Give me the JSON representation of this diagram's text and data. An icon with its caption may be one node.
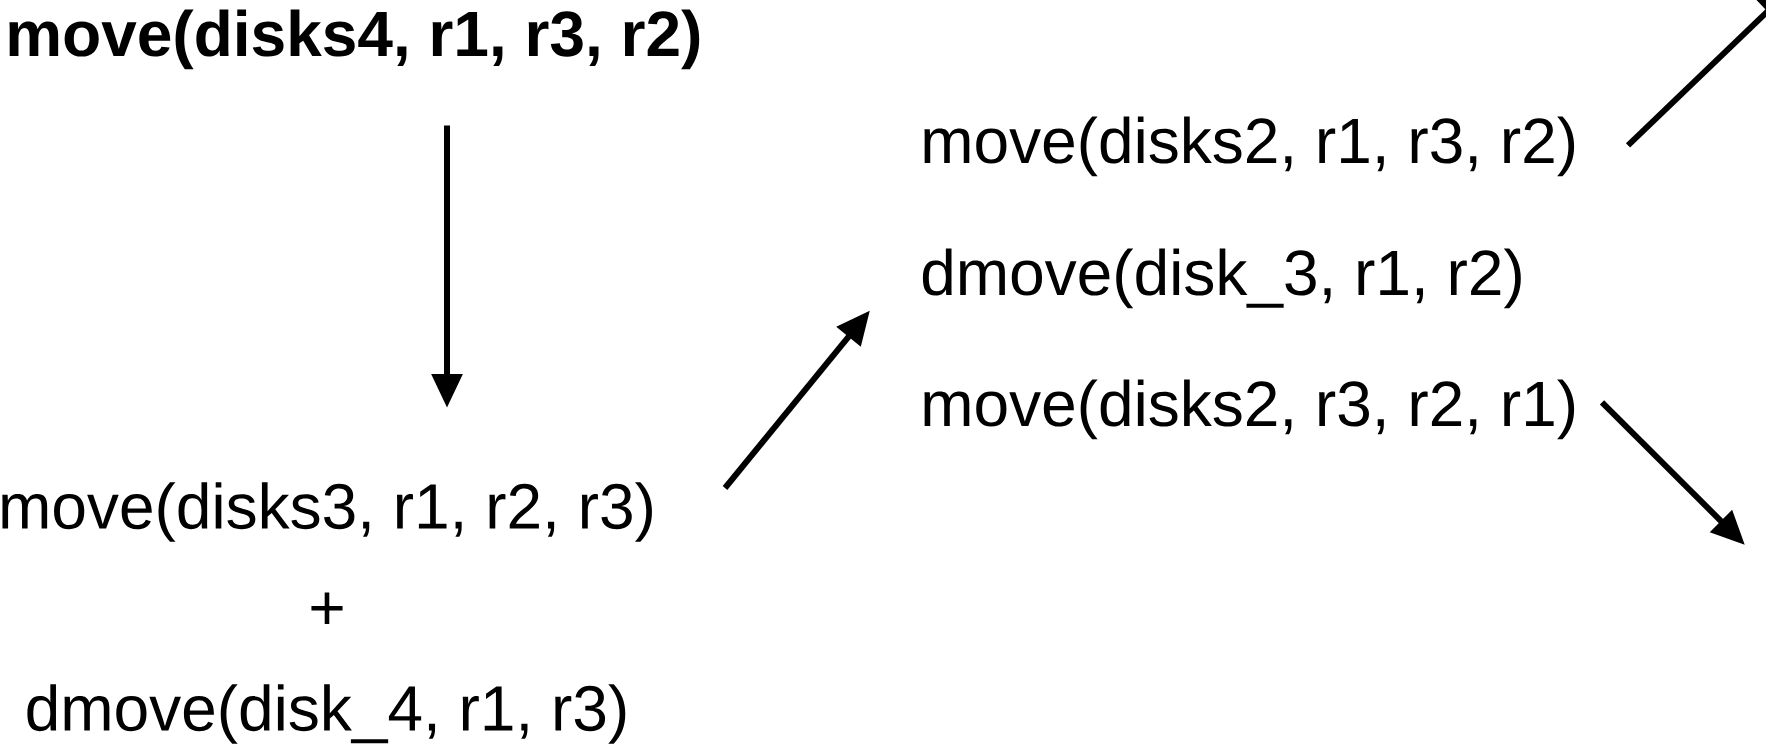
{
  "diagram": {
    "nodes": [
      {
        "text": [
          "move(disks4, r1, r3, r2)"
        ]
      },
      {
        "text": [
          "move(disks3, r1, r2, r3)",
          "+",
          "dmove(disk_4, r1, r3)"
        ]
      },
      {
        "text": [
          "move(disks2, r1, r3, r2)"
        ]
      },
      {
        "text": [
          "dmove(disk_3, r1, r2)"
        ]
      },
      {
        "text": [
          "move(disks2, r3, r2, r1)"
        ]
      }
    ],
    "edges": [
      {
        "from": 0,
        "to": 1,
        "arrow": "to"
      },
      {
        "from": 1,
        "to": 3,
        "arrow": "to"
      },
      {
        "from": 2,
        "to": null,
        "arrow": "to"
      },
      {
        "from": 4,
        "to": null,
        "arrow": "to"
      }
    ]
  }
}
